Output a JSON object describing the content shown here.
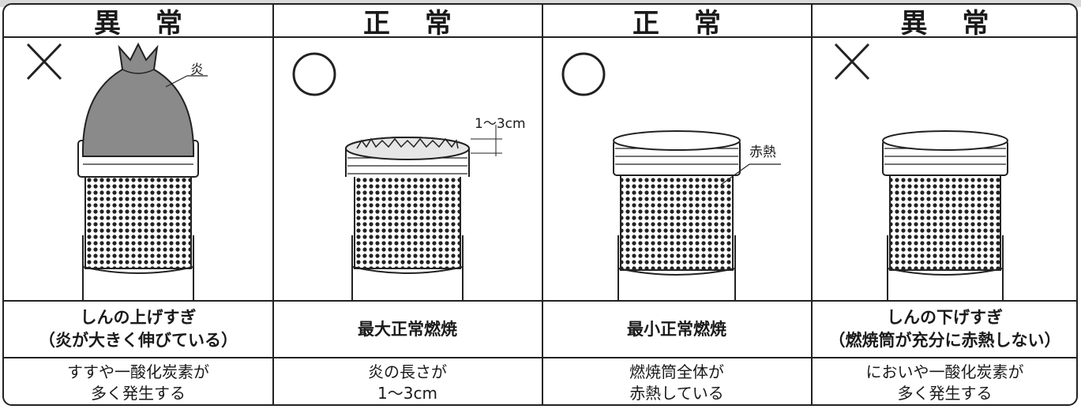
{
  "columns": [
    {
      "header": "異常",
      "mark": "cross",
      "caption": [
        "しんの上げすぎ",
        "（炎が大きく伸びている）"
      ],
      "description": [
        "すすや一酸化炭素が",
        "多く発生する"
      ],
      "label": "炎"
    },
    {
      "header": "正常",
      "mark": "circle",
      "caption": [
        "最大正常燃焼"
      ],
      "description": [
        "炎の長さが",
        "1～3cm"
      ],
      "label": "1～3cm"
    },
    {
      "header": "正常",
      "mark": "circle",
      "caption": [
        "最小正常燃焼"
      ],
      "description": [
        "燃焼筒全体が",
        "赤熱している"
      ],
      "label": "赤熱"
    },
    {
      "header": "異常",
      "mark": "cross",
      "caption": [
        "しんの下げすぎ",
        "（燃焼筒が充分に赤熱しない）"
      ],
      "description": [
        "においや一酸化炭素が",
        "多く発生する"
      ]
    }
  ],
  "colors": {
    "line": "#222222",
    "fill_gray": "#bdbdbd",
    "red_glow": "#d0d0d0"
  }
}
